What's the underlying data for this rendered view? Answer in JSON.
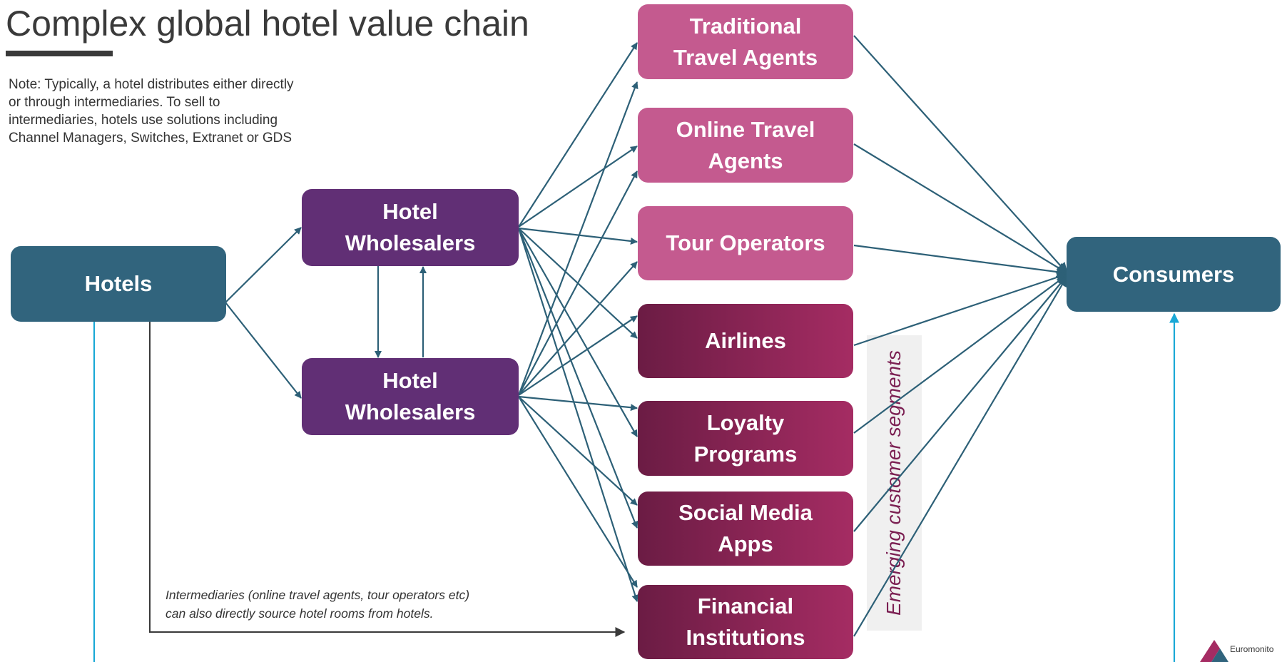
{
  "title": "Complex global hotel value chain",
  "note": "Note: Typically, a hotel distributes either directly or through intermediaries. To sell to intermediaries, hotels use solutions including Channel Managers, Switches, Extranet or GDS",
  "caption_line1": "Intermediaries (online travel agents, tour operators etc)",
  "caption_line2": "can also directly source hotel rooms from hotels.",
  "emerging_label": "Emerging customer segments",
  "nodes": {
    "hotels": "Hotels",
    "wholesaler_top": [
      "Hotel",
      "Wholesalers"
    ],
    "wholesaler_bottom": [
      "Hotel",
      "Wholesalers"
    ],
    "traditional": [
      "Traditional",
      "Travel Agents"
    ],
    "online": [
      "Online Travel",
      "Agents"
    ],
    "tour": "Tour Operators",
    "airlines": "Airlines",
    "loyalty": [
      "Loyalty",
      "Programs"
    ],
    "social": [
      "Social Media",
      "Apps"
    ],
    "financial": [
      "Financial",
      "Institutions"
    ],
    "consumers": "Consumers"
  },
  "logo_text": "Euromonito",
  "colors": {
    "teal": "#31647d",
    "purple": "#612f75",
    "pink": "#c45a8f",
    "magenta_dark": "#6b1c44",
    "magenta_light": "#a52c63",
    "arrow": "#2d6077",
    "cyan_line": "#1aa8d6"
  }
}
